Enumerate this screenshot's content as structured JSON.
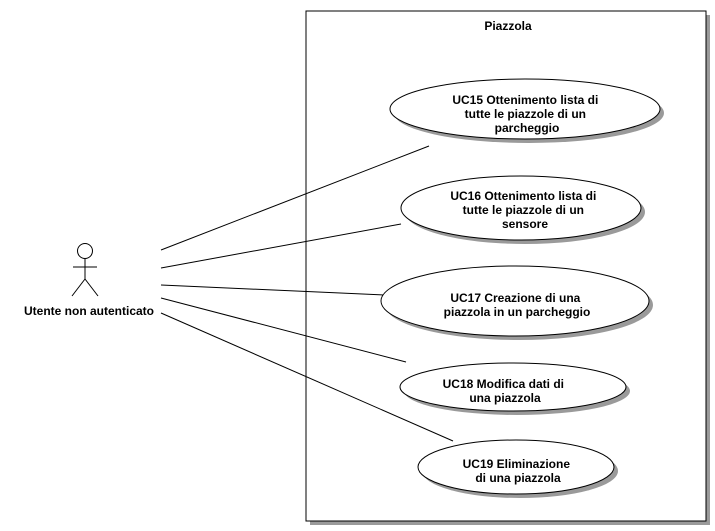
{
  "system": {
    "title": "Piazzola"
  },
  "actor": {
    "name": "Utente non autenticato"
  },
  "use_cases": [
    {
      "id": "UC15",
      "lines": [
        "UC15 Ottenimento lista di",
        "tutte le piazzole di un",
        "parcheggio"
      ]
    },
    {
      "id": "UC16",
      "lines": [
        "UC16 Ottenimento lista di",
        "tutte le piazzole di un",
        "sensore"
      ]
    },
    {
      "id": "UC17",
      "lines": [
        "UC17 Creazione di una",
        "piazzola in un parcheggio"
      ]
    },
    {
      "id": "UC18",
      "lines": [
        "UC18 Modifica dati di",
        "una piazzola"
      ]
    },
    {
      "id": "UC19",
      "lines": [
        "UC19 Eliminazione",
        "di una piazzola"
      ]
    }
  ]
}
